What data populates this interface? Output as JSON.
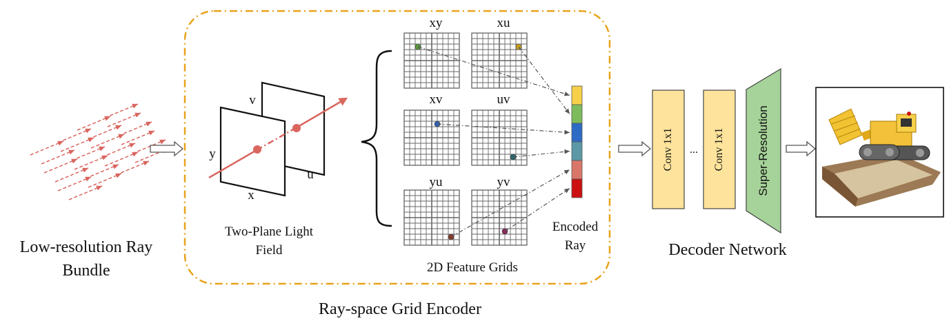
{
  "labels": {
    "low_res_ray_bundle_line1": "Low-resolution Ray",
    "low_res_ray_bundle_line2": "Bundle",
    "two_plane_line1": "Two-Plane Light",
    "two_plane_line2": "Field",
    "feature_grids": "2D Feature Grids",
    "encoded_ray_line1": "Encoded",
    "encoded_ray_line2": "Ray",
    "encoder": "Ray-space Grid Encoder",
    "decoder": "Decoder Network",
    "axis_y": "y",
    "axis_x": "x",
    "axis_v": "v",
    "axis_u": "u",
    "conv1": "Conv 1x1",
    "conv2": "Conv 1x1",
    "ellipsis": "...",
    "super_resolution": "Super-Resolution"
  },
  "grid_titles": [
    "xy",
    "xu",
    "xv",
    "uv",
    "yu",
    "yv"
  ],
  "grid_dot_colors": [
    "#5a9a3a",
    "#c9a21a",
    "#2f62b0",
    "#2a6670",
    "#8a3a2a",
    "#8a2a5a"
  ],
  "encoded_ray_colors": [
    "#f7d04a",
    "#7dbb5c",
    "#2e6bc4",
    "#5c98a6",
    "#d9766a",
    "#cc1111"
  ],
  "colors": {
    "encoder_border": "#e8a21a",
    "ray": "#d9665f",
    "conv_fill": "#fde39b",
    "sr_fill": "#a6d399"
  }
}
